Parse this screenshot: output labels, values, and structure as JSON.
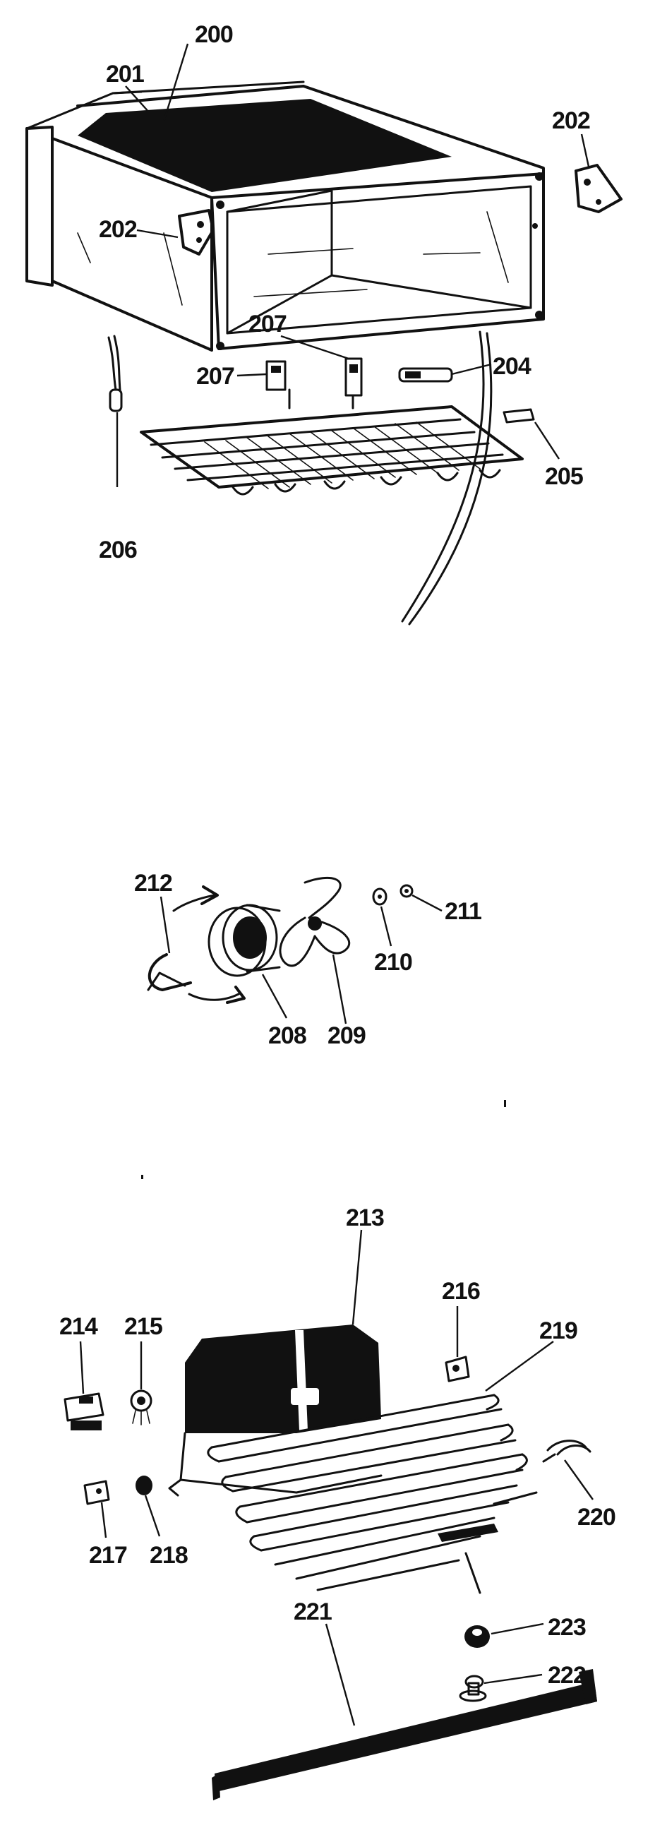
{
  "parts": {
    "p200": "200",
    "p201": "201",
    "p202a": "202",
    "p202b": "202",
    "p204": "204",
    "p205": "205",
    "p206": "206",
    "p207a": "207",
    "p207b": "207",
    "p208": "208",
    "p209": "209",
    "p210": "210",
    "p211": "211",
    "p212": "212",
    "p213": "213",
    "p214": "214",
    "p215": "215",
    "p216": "216",
    "p217": "217",
    "p218": "218",
    "p219": "219",
    "p220": "220",
    "p221": "221",
    "p222": "222",
    "p223": "223"
  }
}
